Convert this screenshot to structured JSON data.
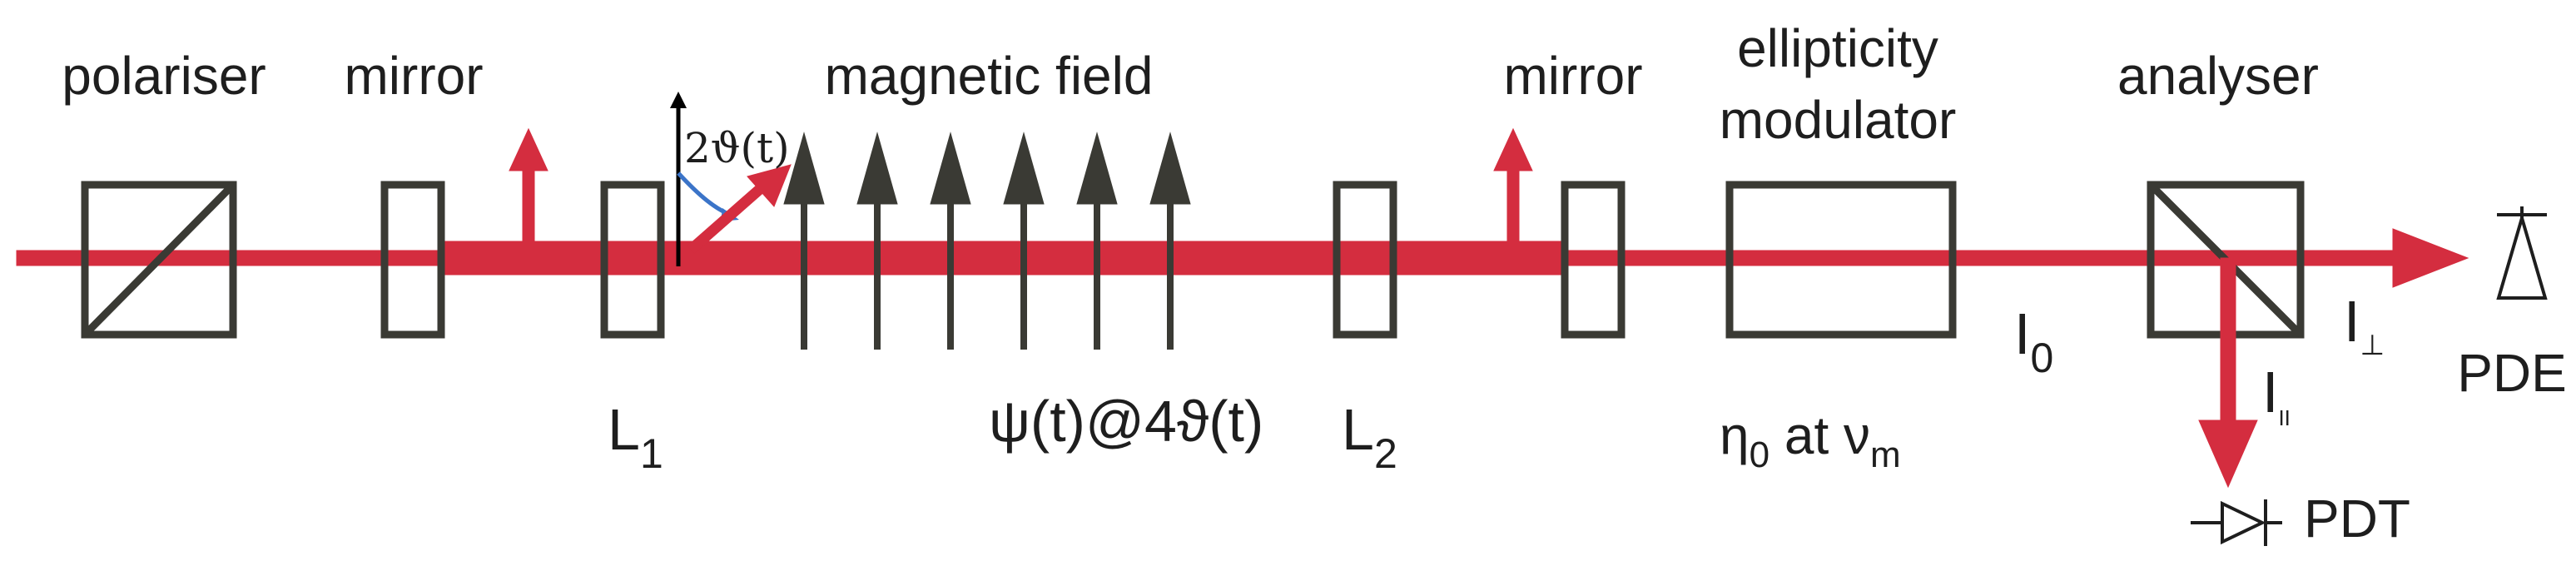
{
  "labels": {
    "polariser": "polariser",
    "mirror_left": "mirror",
    "magnetic_field": "magnetic field",
    "mirror_right": "mirror",
    "ellipticity_line1": "ellipticity",
    "ellipticity_line2": "modulator",
    "analyser": "analyser",
    "angle": "2ϑ(t)",
    "L1_main": "L",
    "L1_sub": "1",
    "L2_main": "L",
    "L2_sub": "2",
    "psi": "ψ(t)@4ϑ(t)",
    "eta_main": "η",
    "eta_sub": "0",
    "at": " at ν",
    "nu_sub": "m",
    "I0_main": "I",
    "I0_sub": "0",
    "Iperp_main": "I",
    "Iperp_sub": "⊥",
    "Ipar_main": "I",
    "Ipar_sub": "II",
    "PDE": "PDE",
    "PDT": "PDT"
  },
  "colors": {
    "beam": "#d42d3f",
    "component": "#3a3a34",
    "angle_arc": "#3b74c8",
    "text": "#1e1e1e"
  }
}
